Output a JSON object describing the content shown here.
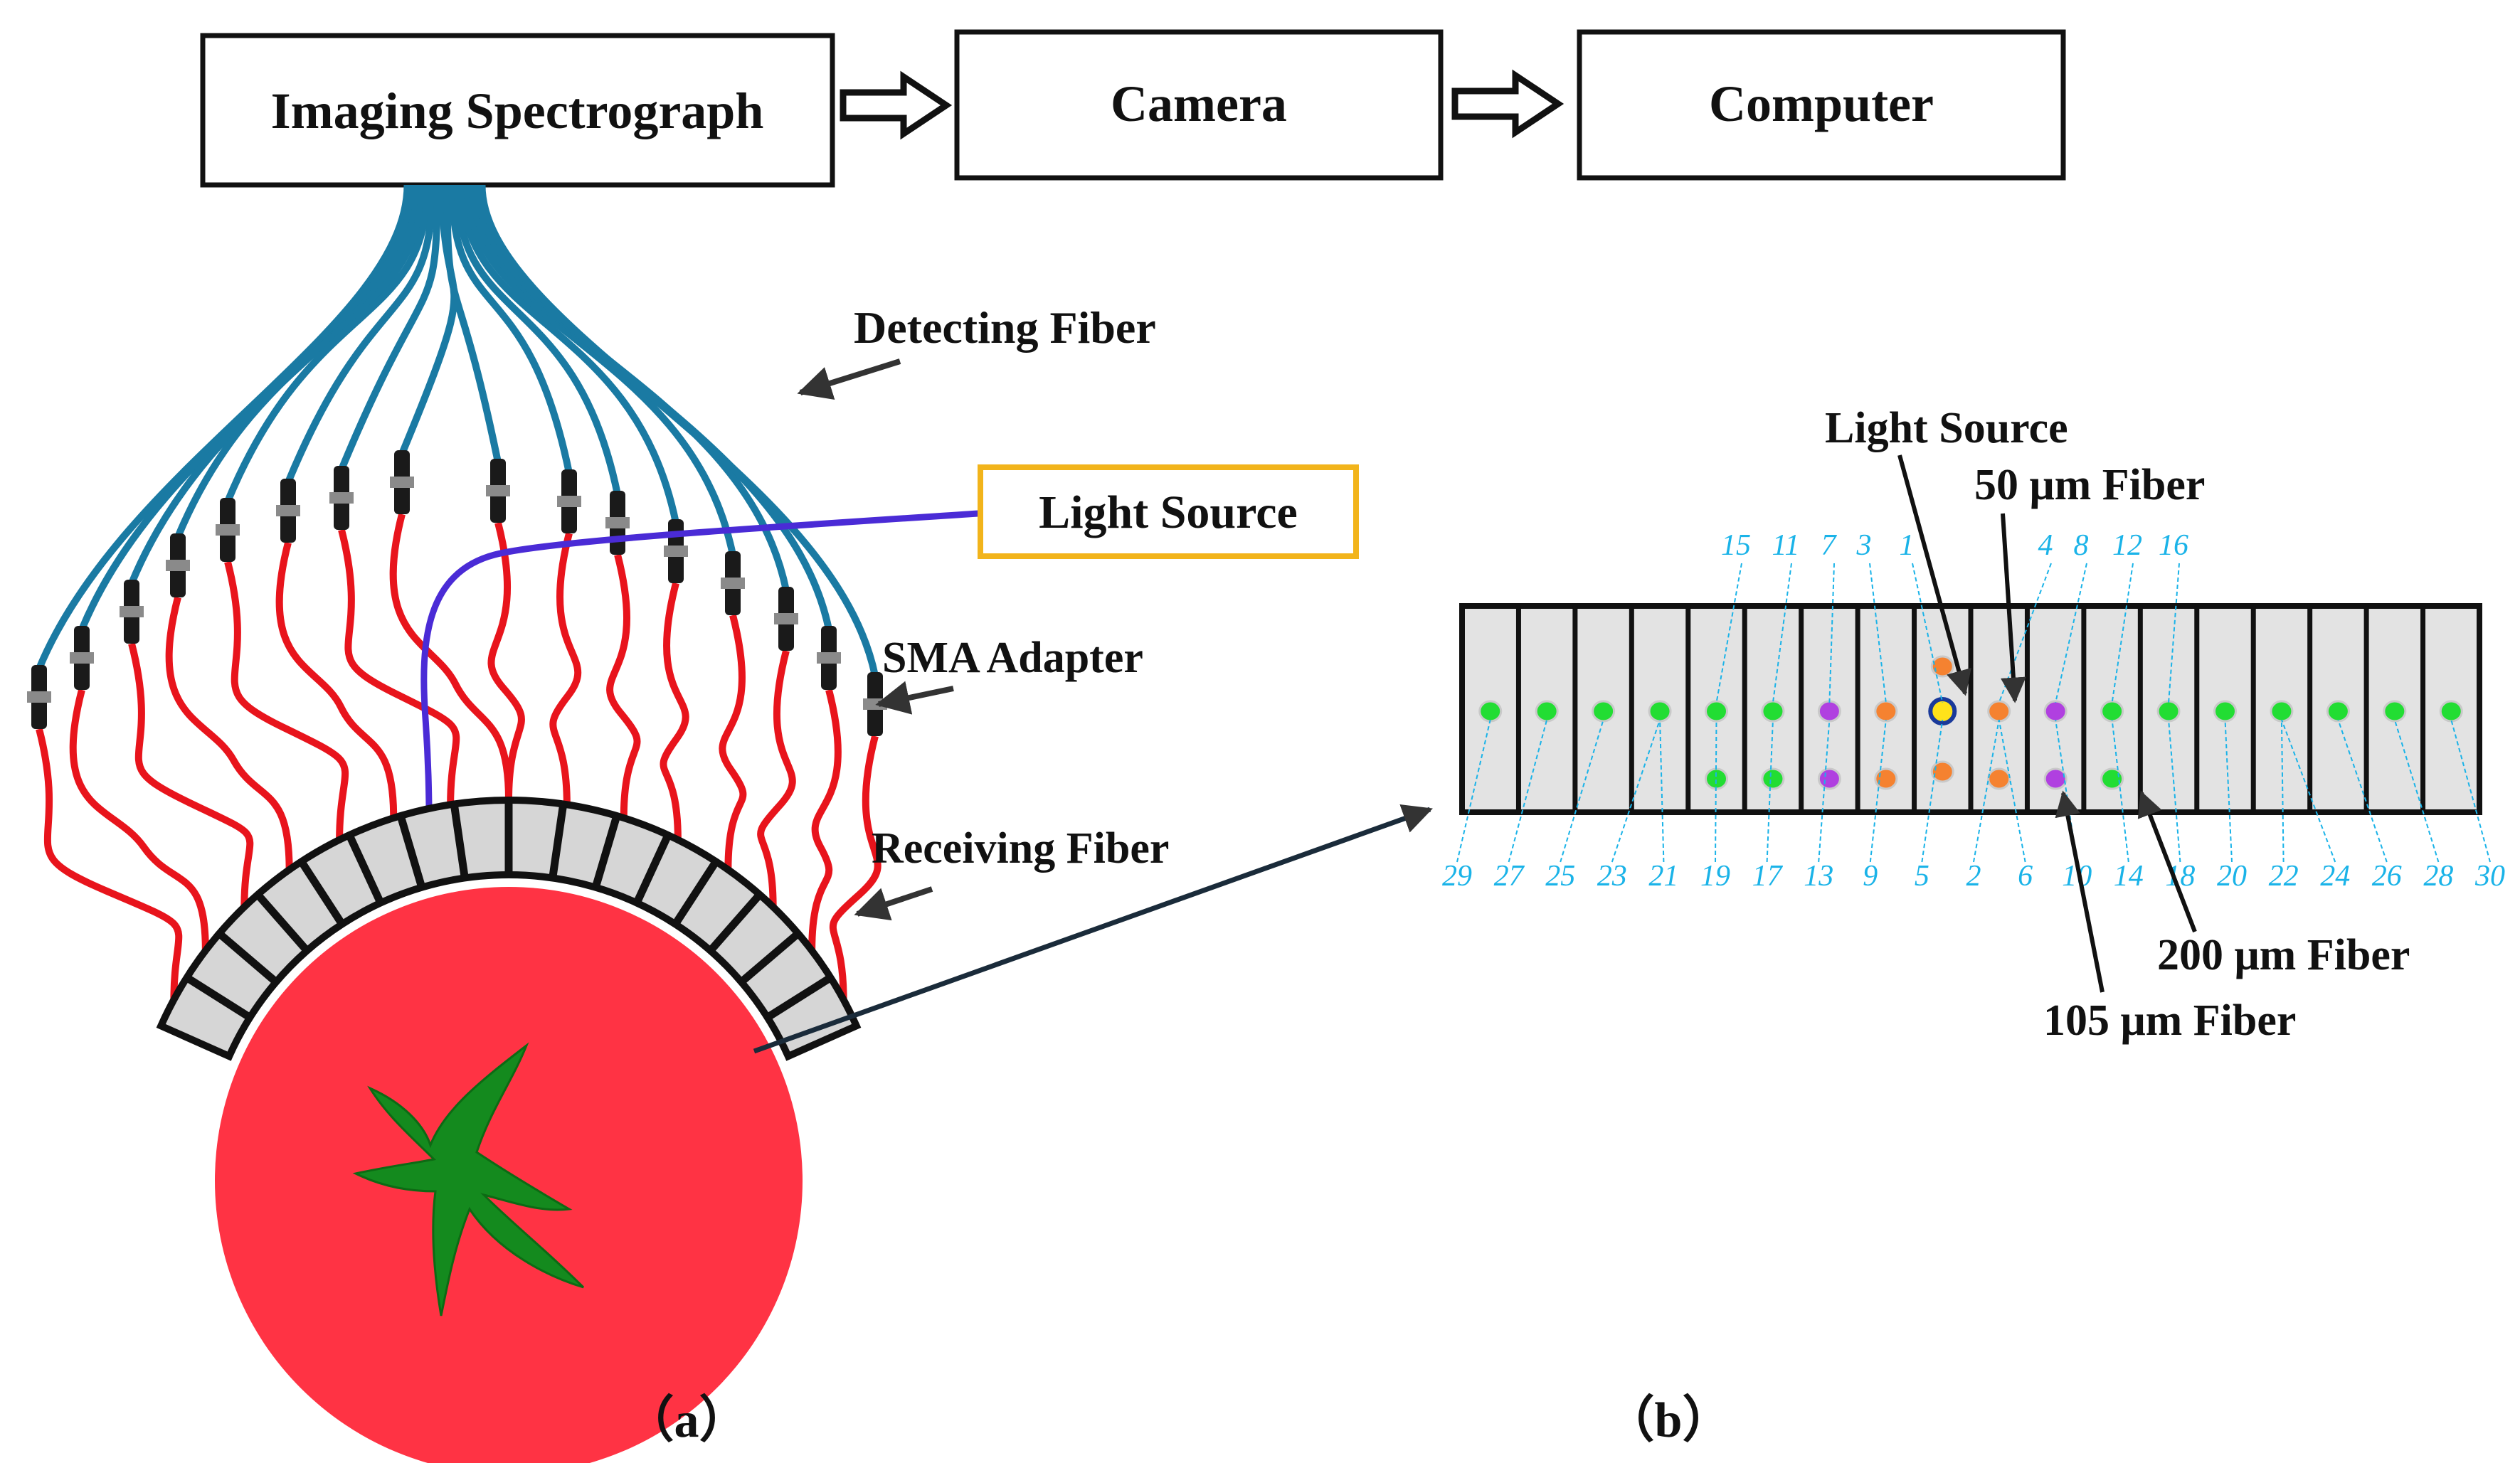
{
  "pipeline": {
    "boxes": [
      "Imaging Spectrograph",
      "Camera",
      "Computer"
    ]
  },
  "labels": {
    "detecting_fiber": "Detecting Fiber",
    "light_source": "Light Source",
    "sma_adapter": "SMA Adapter",
    "receiving_fiber": "Receiving Fiber",
    "panel_a": "（a）",
    "panel_b": "（b）"
  },
  "probe": {
    "light_source": "Light Source",
    "fiber_50": "50 μm Fiber",
    "fiber_105": "105 μm Fiber",
    "fiber_200": "200 μm Fiber",
    "top_numbers": [
      "15",
      "11",
      "7",
      "3",
      "1",
      "4",
      "8",
      "12",
      "16"
    ],
    "bottom_numbers": [
      "29",
      "27",
      "25",
      "23",
      "21",
      "19",
      "17",
      "13",
      "9",
      "5",
      "2",
      "6",
      "10",
      "14",
      "18",
      "20",
      "22",
      "24",
      "26",
      "28",
      "30"
    ]
  },
  "colors": {
    "detecting_fiber": "#1a7aa3",
    "receiving_fiber": "#e8141c",
    "illumination_fiber": "#4a2bd6",
    "light_source_border": "#f2b41b",
    "tomato": "#ff3344",
    "calyx": "#148a1e",
    "fiber_200": "#22dd33",
    "fiber_105": "#b040e0",
    "fiber_50": "#f58230",
    "number_text": "#1ab3e8"
  }
}
